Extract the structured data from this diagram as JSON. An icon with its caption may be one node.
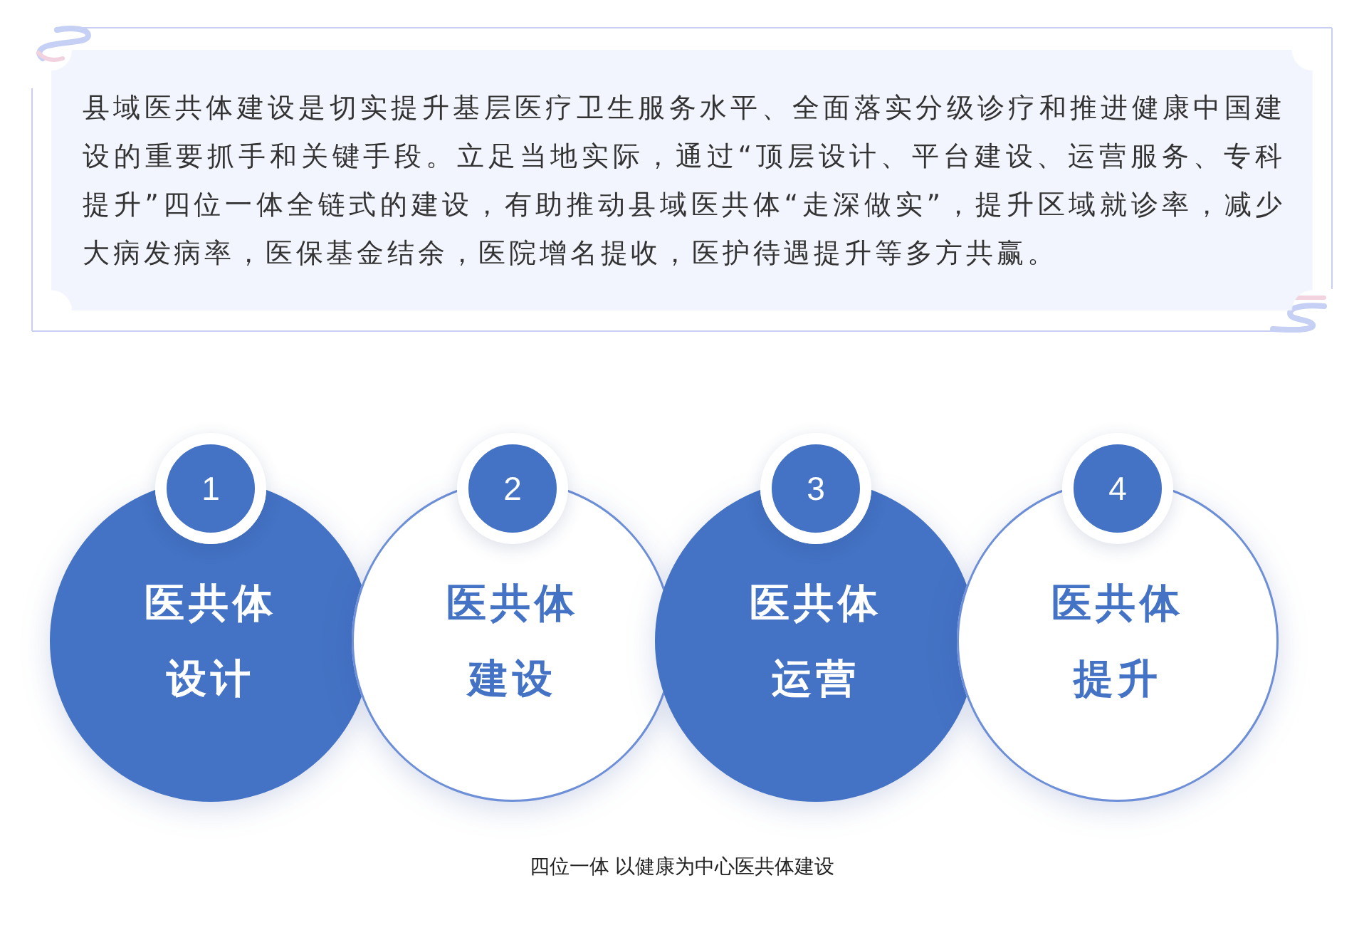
{
  "diagram": {
    "caption": "四位一体 以健康为中心医共体建设",
    "nodes": [
      {
        "text": [
          "县域医共体建设是切实提升基层医疗卫生服务水平、全面落实分级诊疗和推进健康中国建设的重要抓手和关键手段。立足当地实际，通过“顶层设计、平台建设、运营服务、专科提升”四位一体全链式的建设，有助推动县域医共体“走深做实”，提升区域就诊率，减少大病发病率，医保基金结余，医院增名提收，医护待遇提升等多方共赢。"
        ]
      },
      {
        "text": [
          "1"
        ]
      },
      {
        "text": [
          "医共体设计"
        ]
      },
      {
        "text": [
          "2"
        ]
      },
      {
        "text": [
          "医共体建设"
        ]
      },
      {
        "text": [
          "3"
        ]
      },
      {
        "text": [
          "医共体运营"
        ]
      },
      {
        "text": [
          "4"
        ]
      },
      {
        "text": [
          "医共体提升"
        ]
      }
    ]
  }
}
